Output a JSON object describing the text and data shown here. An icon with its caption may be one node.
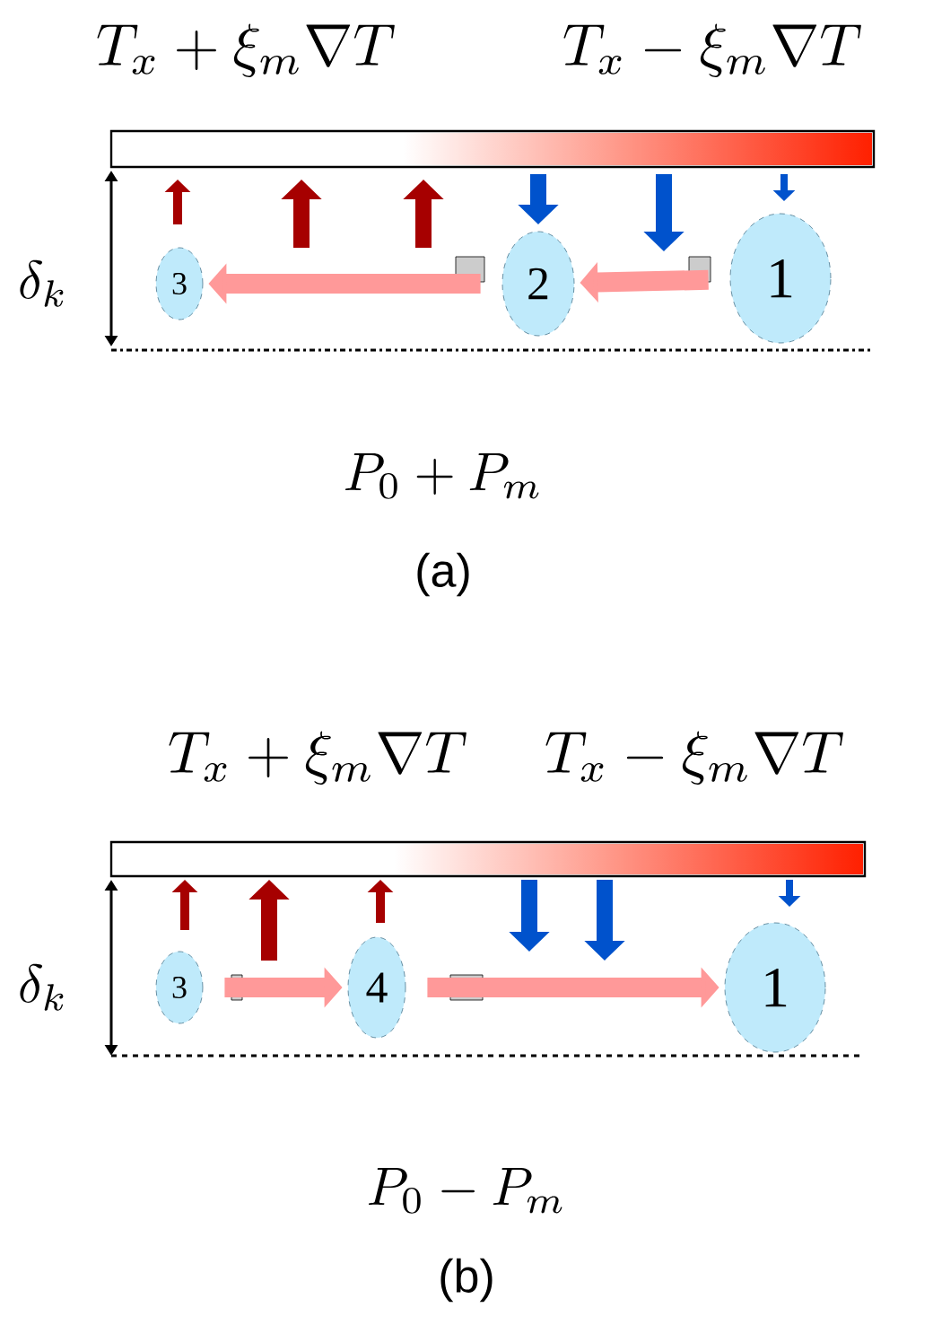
{
  "diagram": {
    "nodes": [
      {
        "text": [
          "3"
        ]
      },
      {
        "text": [
          "2"
        ]
      },
      {
        "text": [
          "1"
        ]
      },
      {
        "text": [
          "3"
        ]
      },
      {
        "text": [
          "4"
        ]
      },
      {
        "text": [
          "1"
        ]
      }
    ],
    "edges": [
      {
        "from": 2,
        "to": 1,
        "arrow": "to"
      },
      {
        "from": 1,
        "to": 0,
        "arrow": "to"
      },
      {
        "from": 3,
        "to": 4,
        "arrow": "to"
      },
      {
        "from": 4,
        "to": 5,
        "arrow": "to"
      }
    ],
    "labels": [
      "T_x+\\xi_m\\nabla T",
      "T_x-\\xi_m\\nabla T",
      "\\delta_k",
      "P_0+P_m",
      "(a)",
      "T_x+\\xi_m\\nabla T",
      "T_x-\\xi_m\\nabla T",
      "\\delta_k",
      "P_0-P_m",
      "(b)"
    ]
  }
}
